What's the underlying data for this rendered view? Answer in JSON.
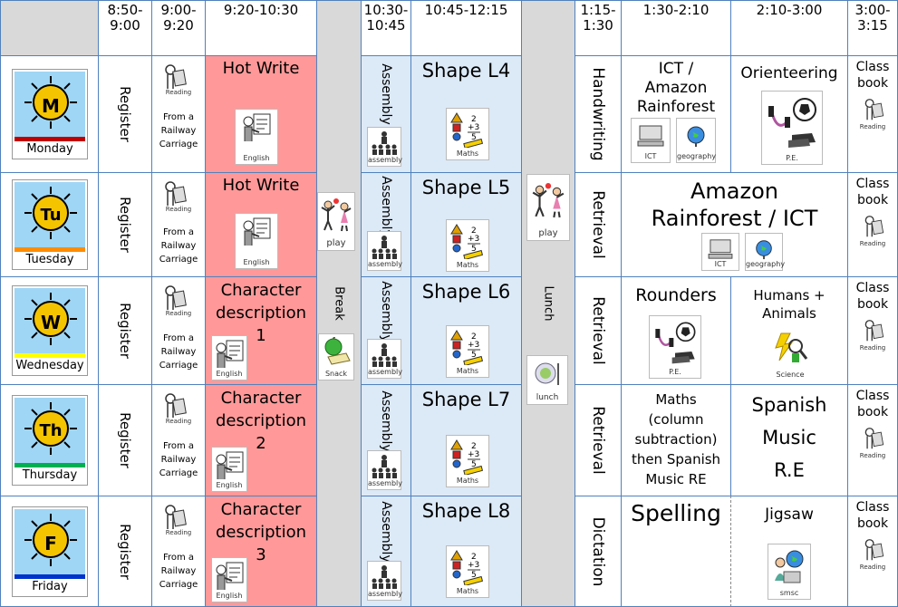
{
  "headers": {
    "t1": "8:50-\n9:00",
    "t2": "9:00-\n9:20",
    "t3": "9:20-10:30",
    "t4": "10:30-\n10:45",
    "t5": "10:45-12:15",
    "t6": "1:15-\n1:30",
    "t7": "1:30-2:10",
    "t8": "2:10-3:00",
    "t9": "3:00-\n3:15"
  },
  "days": [
    {
      "letter": "M",
      "name": "Monday",
      "bar": "#c00000"
    },
    {
      "letter": "Tu",
      "name": "Tuesday",
      "bar": "#ff8c00"
    },
    {
      "letter": "W",
      "name": "Wednesday",
      "bar": "#ffff00"
    },
    {
      "letter": "Th",
      "name": "Thursday",
      "bar": "#00b050"
    },
    {
      "letter": "F",
      "name": "Friday",
      "bar": "#0033cc"
    }
  ],
  "register": "Register",
  "reading": {
    "caption": "Reading",
    "lines": [
      "From a",
      "Railway",
      "Carriage"
    ]
  },
  "english": {
    "caption": "English",
    "rows": [
      [
        "Hot Write"
      ],
      [
        "Hot Write"
      ],
      [
        "Character",
        "description",
        "1"
      ],
      [
        "Character",
        "description",
        "2"
      ],
      [
        "Character",
        "description",
        "3"
      ]
    ]
  },
  "break": {
    "label": "Break",
    "play": "play",
    "snack": "Snack"
  },
  "assembly": {
    "label": "Assembly",
    "caption": "assembly"
  },
  "maths": {
    "caption": "Maths",
    "lessons": [
      "Shape L4",
      "Shape L5",
      "Shape L6",
      "Shape L7",
      "Shape L8"
    ]
  },
  "lunch": {
    "label": "Lunch",
    "play": "play",
    "lunch": "lunch"
  },
  "col6": [
    "Handwriting",
    "Retrieval",
    "Retrieval",
    "Retrieval",
    "Dictation"
  ],
  "monday": {
    "ict": [
      "ICT /",
      "Amazon",
      "Rainforest"
    ],
    "ict_cap": "ICT",
    "geo_cap": "geography",
    "orienteering": "Orienteering",
    "pe_cap": "P.E."
  },
  "tuesday": {
    "merged": [
      "Amazon",
      "Rainforest / ICT"
    ],
    "ict_cap": "ICT",
    "geo_cap": "geography"
  },
  "wednesday": {
    "rounders": "Rounders",
    "pe_cap": "P.E.",
    "science": [
      "Humans +",
      "Animals"
    ],
    "science_cap": "Science"
  },
  "thursday": {
    "maths": [
      "Maths",
      "(column",
      "subtraction)",
      "then Spanish",
      "Music RE"
    ],
    "spanish": [
      "Spanish",
      "Music",
      "R.E"
    ]
  },
  "friday": {
    "spelling": "Spelling",
    "jigsaw": "Jigsaw",
    "smsc_cap": "smsc"
  },
  "classbook": {
    "lines": [
      "Class",
      "book"
    ],
    "caption": "Reading"
  }
}
